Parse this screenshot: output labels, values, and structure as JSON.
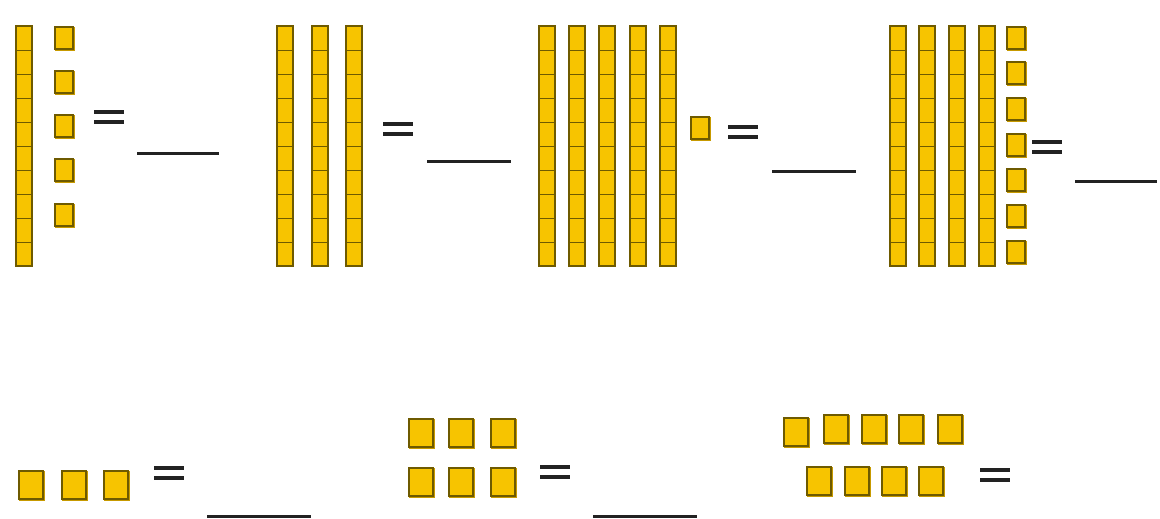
{
  "colors": {
    "block_fill": "#f7c400",
    "block_border": "#6e5a00",
    "ink": "#222222"
  },
  "worksheet": {
    "top_row": [
      {
        "tens": 1,
        "ones": 5,
        "symbol": "=",
        "answer": ""
      },
      {
        "tens": 3,
        "ones": 0,
        "symbol": "=",
        "answer": ""
      },
      {
        "tens": 5,
        "ones": 1,
        "symbol": "=",
        "answer": ""
      },
      {
        "tens": 4,
        "ones": 7,
        "symbol": "=",
        "answer": ""
      }
    ],
    "bottom_row": [
      {
        "ones": 3,
        "symbol": "=",
        "answer": ""
      },
      {
        "ones": 6,
        "symbol": "=",
        "answer": ""
      },
      {
        "ones": 9,
        "symbol": "=",
        "answer": ""
      }
    ]
  }
}
